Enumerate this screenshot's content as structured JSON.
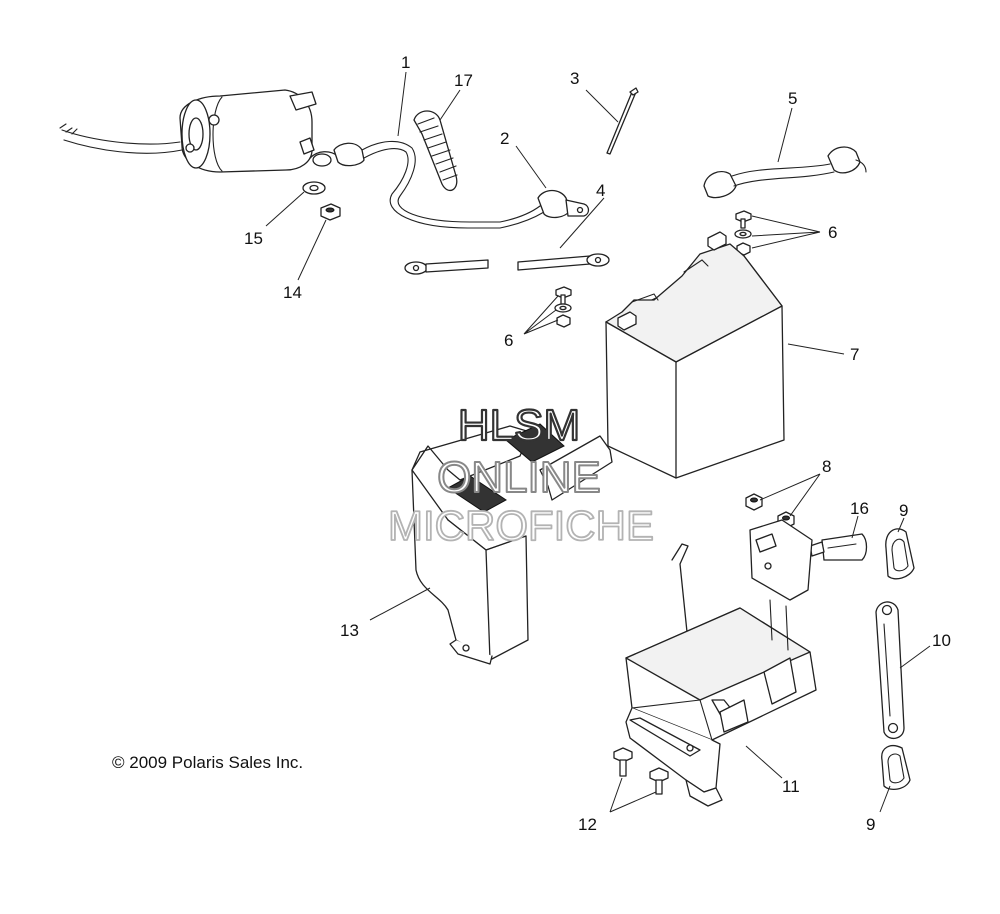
{
  "callouts": {
    "c1": "1",
    "c2": "2",
    "c3": "3",
    "c4": "4",
    "c5": "5",
    "c6a": "6",
    "c6b": "6",
    "c7": "7",
    "c8": "8",
    "c9a": "9",
    "c9b": "9",
    "c10": "10",
    "c11": "11",
    "c12": "12",
    "c13": "13",
    "c14": "14",
    "c15": "15",
    "c16": "16",
    "c17": "17"
  },
  "copyright": "© 2009 Polaris Sales Inc.",
  "watermark": {
    "line1": "HLSM",
    "line2": "ONLINE",
    "line3": "MICROFICHE"
  }
}
